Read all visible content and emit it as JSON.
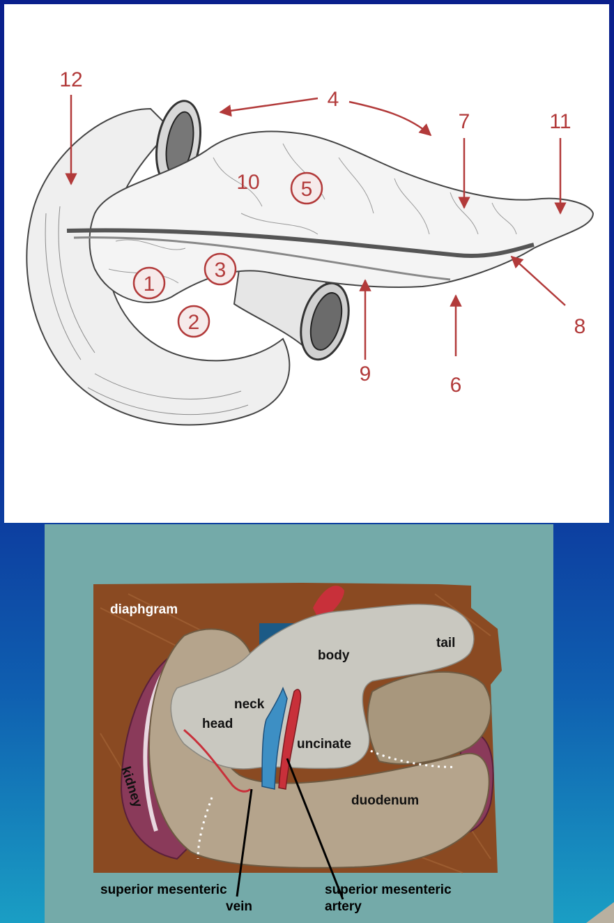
{
  "top_labels": {
    "n1": "1",
    "n2": "2",
    "n3": "3",
    "n4": "4",
    "n5": "5",
    "n6": "6",
    "n7": "7",
    "n8": "8",
    "n9": "9",
    "n10": "10",
    "n11": "11",
    "n12": "12"
  },
  "bottom_labels": {
    "diaphragm": "diaphgram",
    "body": "body",
    "tail": "tail",
    "neck": "neck",
    "head": "head",
    "uncinate": "uncinate",
    "kidney": "kidney",
    "duodenum": "duodenum",
    "smv_line1": "superior mesenteric",
    "smv_line2": "vein",
    "sma_line1": "superior mesenteric",
    "sma_line2": "artery"
  },
  "colors": {
    "label_red": "#b23a3a",
    "backdrop_brown": "#8a4a22",
    "teal": "#74aaa9",
    "vein_blue": "#3d8fc4",
    "artery_red": "#c8303a"
  }
}
